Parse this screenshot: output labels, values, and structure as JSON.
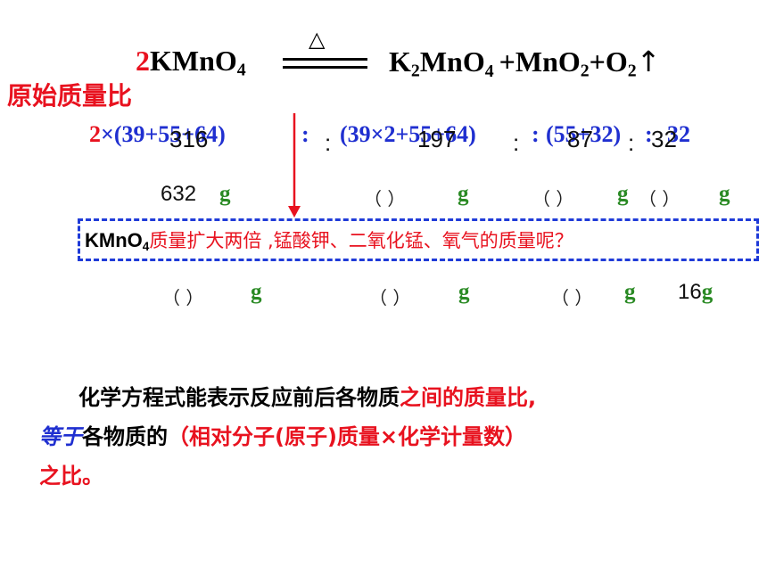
{
  "equation": {
    "coef": "2",
    "reactant": "KMnO",
    "reactant_sub": "4",
    "condition": "△",
    "p1_a": "K",
    "p1_a_sub": "2",
    "p1_b": "MnO",
    "p1_b_sub": "4",
    "p2": "+MnO",
    "p2_sub": "2",
    "p3": "+O",
    "p3_sub": "2",
    "arrow_up": "↑"
  },
  "side_label": "原始质量比",
  "ratio_row": {
    "kmno4_expr_prefix": "2",
    "kmno4_expr": "×(39+55+64)",
    "sep1": ":",
    "k2mno4_expr": "(39×2+55+64)",
    "sep2": ":",
    "mno2_expr": "(55+32)",
    "sep3": ":",
    "o2_value": "32",
    "overlay_316": "316",
    "overlay_colon1": ":",
    "overlay_197": "197",
    "overlay_colon2": ":",
    "overlay_87": "87",
    "overlay_colon3": ":",
    "overlay_32": "32"
  },
  "row_632": {
    "mass": "632",
    "unit": "g",
    "blank": "（ ）",
    "unit2": "g",
    "blank2": "（ ）",
    "unit3": "g",
    "blank3": "（ ）",
    "unit4": "g"
  },
  "question_box": {
    "formula": "KMnO",
    "formula_sub": "4",
    "text": "质量扩大两倍 ,锰酸钾、二氧化锰、氧气的质量呢？"
  },
  "row_16": {
    "blank1": "（ ）",
    "unit1": "g",
    "blank2": "（ ）",
    "unit2": "g",
    "blank3": "（ ）",
    "unit3": "g",
    "mass4": "16",
    "unit4": "g"
  },
  "paragraph": {
    "part1": "化学方程式能表示反应前后各物质",
    "part2": "之间的质量比,",
    "part3": "等于",
    "part4": "各物质的",
    "part5": "（相对分子(原子)质量×化学计量数）",
    "part6": "之比。"
  },
  "colors": {
    "red": "#e8121f",
    "blue": "#1f2fd0",
    "green": "#2a8a24",
    "box_border": "#1f3bd8"
  }
}
